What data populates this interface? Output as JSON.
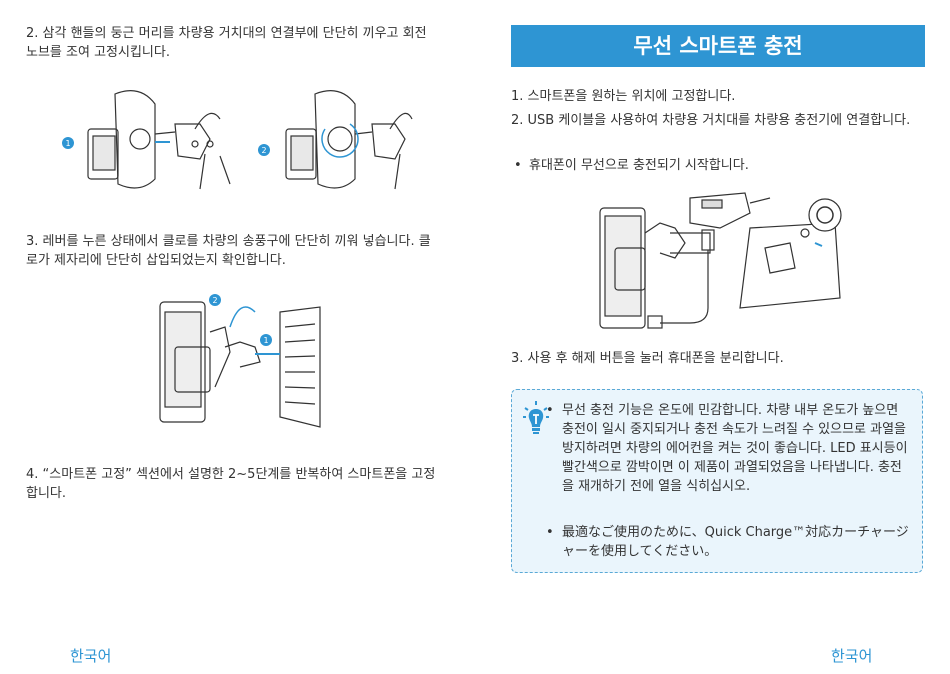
{
  "left": {
    "step2": "2. 삼각 핸들의 둥근 머리를 차량용 거치대의 연결부에 단단히 끼우고 회전 노브를 조여 고정시킵니다.",
    "step3": "3. 레버를 누른 상태에서 클로를 차량의 송풍구에 단단히 끼워 넣습니다. 클로가 제자리에 단단히 삽입되었는지 확인합니다.",
    "step4": "4. “스마트폰 고정” 섹션에서 설명한 2~5단계를 반복하여 스마트폰을 고정합니다.",
    "fig1_labels": [
      "1",
      "2"
    ],
    "fig2_labels": [
      "2",
      "1"
    ]
  },
  "right": {
    "title": "무선 스마트폰 충전",
    "step1": "1. 스마트폰을 원하는 위치에 고정합니다.",
    "step2": "2. USB 케이블을 사용하여 차량용 거치대를 차량용 충전기에 연결합니다.",
    "bullet": "휴대폰이 무선으로 충전되기 시작합니다.",
    "step3": "3. 사용 후 해제 버튼을 눌러 휴대폰을 분리합니다."
  },
  "note": {
    "icon": "lightbulb-tip-icon",
    "item1": "무선 충전 기능은 온도에 민감합니다. 차량 내부 온도가 높으면 충전이 일시 중지되거나 충전 속도가 느려질 수 있으므로 과열을 방지하려면 차량의 에어컨을 켜는 것이 좋습니다. LED 표시등이 빨간색으로 깜박이면 이 제품이 과열되었음을 나타냅니다. 충전을 재개하기 전에 열을 식히십시오.",
    "item2": "最適なご使用のために、Quick Charge™対応カーチャージャーを使用してください。"
  },
  "footer": {
    "left": "한국어",
    "right": "한국어"
  },
  "colors": {
    "accent": "#2e95d3",
    "note_bg": "#eaf5fc",
    "note_border": "#5aa9d6"
  }
}
